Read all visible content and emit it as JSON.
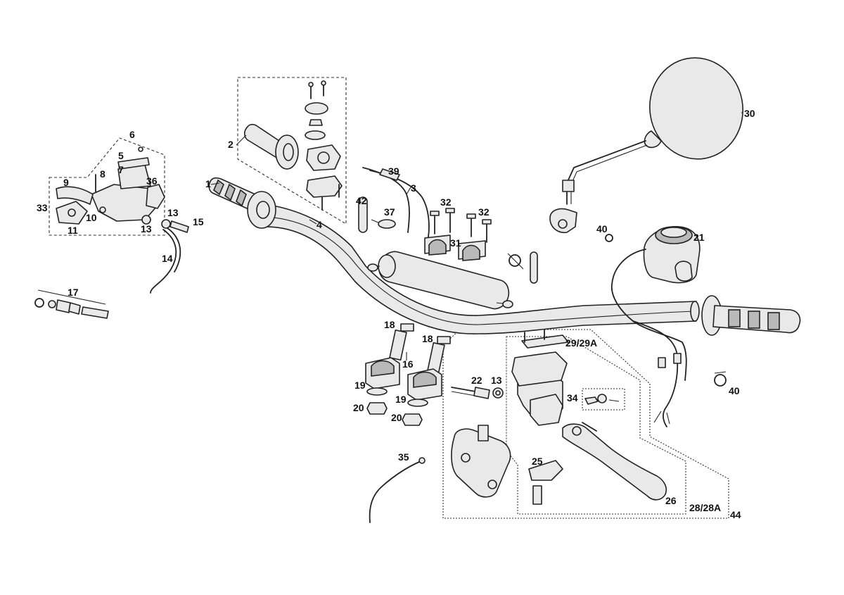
{
  "callouts": [
    {
      "id": "1",
      "text": "1"
    },
    {
      "id": "2",
      "text": "2"
    },
    {
      "id": "3",
      "text": "3"
    },
    {
      "id": "4",
      "text": "4"
    },
    {
      "id": "5",
      "text": "5"
    },
    {
      "id": "6",
      "text": "6"
    },
    {
      "id": "7",
      "text": "7"
    },
    {
      "id": "8",
      "text": "8"
    },
    {
      "id": "9",
      "text": "9"
    },
    {
      "id": "10",
      "text": "10"
    },
    {
      "id": "11",
      "text": "11"
    },
    {
      "id": "13a",
      "text": "13"
    },
    {
      "id": "13b",
      "text": "13"
    },
    {
      "id": "13c",
      "text": "13"
    },
    {
      "id": "14",
      "text": "14"
    },
    {
      "id": "15",
      "text": "15"
    },
    {
      "id": "16",
      "text": "16"
    },
    {
      "id": "17",
      "text": "17"
    },
    {
      "id": "18a",
      "text": "18"
    },
    {
      "id": "18b",
      "text": "18"
    },
    {
      "id": "19a",
      "text": "19"
    },
    {
      "id": "19b",
      "text": "19"
    },
    {
      "id": "20a",
      "text": "20"
    },
    {
      "id": "20b",
      "text": "20"
    },
    {
      "id": "21",
      "text": "21"
    },
    {
      "id": "22",
      "text": "22"
    },
    {
      "id": "25",
      "text": "25"
    },
    {
      "id": "26",
      "text": "26"
    },
    {
      "id": "28",
      "text": "28/28A"
    },
    {
      "id": "29",
      "text": "29/29A"
    },
    {
      "id": "30",
      "text": "30"
    },
    {
      "id": "31",
      "text": "31"
    },
    {
      "id": "32a",
      "text": "32"
    },
    {
      "id": "32b",
      "text": "32"
    },
    {
      "id": "33",
      "text": "33"
    },
    {
      "id": "34",
      "text": "34"
    },
    {
      "id": "35",
      "text": "35"
    },
    {
      "id": "36",
      "text": "36"
    },
    {
      "id": "37",
      "text": "37"
    },
    {
      "id": "39",
      "text": "39"
    },
    {
      "id": "40a",
      "text": "40"
    },
    {
      "id": "40b",
      "text": "40"
    },
    {
      "id": "42",
      "text": "42"
    },
    {
      "id": "44",
      "text": "44"
    }
  ]
}
